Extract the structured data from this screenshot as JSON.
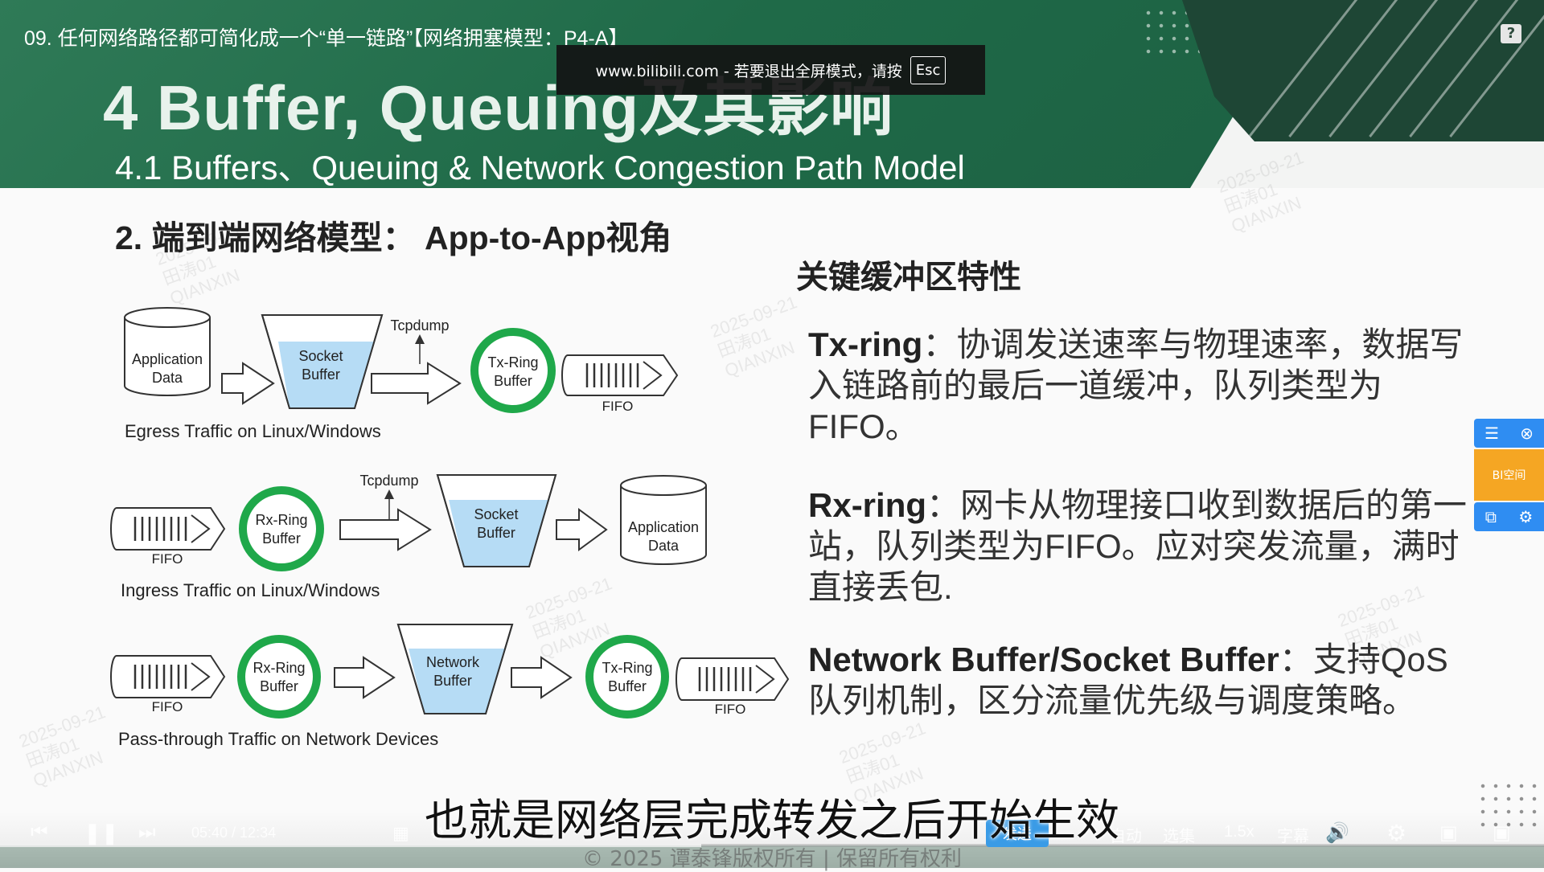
{
  "video": {
    "title": "09. 任何网络路径都可简化成一个“单一链路”【网络拥塞模型：P4-A】",
    "fullscreen_notice": "www.bilibili.com - 若要退出全屏模式，请按",
    "esc_key": "Esc"
  },
  "slide": {
    "heading": "4 Buffer, Queuing及其影响",
    "subheading": "4.1 Buffers、Queuing & Network Congestion Path Model",
    "section_title": "2. 端到端网络模型： App-to-App视角",
    "key_title": "关键缓冲区特性",
    "points": [
      {
        "term": "Tx-ring",
        "text": "：协调发送速率与物理速率，数据写入链路前的最后一道缓冲，队列类型为FIFO。"
      },
      {
        "term": "Rx-ring",
        "text": "：网卡从物理接口收到数据后的第一站，队列类型为FIFO。应对突发流量，满时直接丢包."
      },
      {
        "term": "Network Buffer/Socket Buffer",
        "text": "：支持QoS 队列机制，区分流量优先级与调度策略。"
      }
    ],
    "diagrams": {
      "egress": {
        "caption": "Egress Traffic on Linux/Windows",
        "app_data": [
          "Application",
          "Data"
        ],
        "socket_buffer": [
          "Socket",
          "Buffer"
        ],
        "tcpdump": "Tcpdump",
        "tx_ring": [
          "Tx-Ring",
          "Buffer"
        ],
        "fifo": "FIFO"
      },
      "ingress": {
        "caption": "Ingress Traffic on Linux/Windows",
        "fifo": "FIFO",
        "rx_ring": [
          "Rx-Ring",
          "Buffer"
        ],
        "tcpdump": "Tcpdump",
        "socket_buffer": [
          "Socket",
          "Buffer"
        ],
        "app_data": [
          "Application",
          "Data"
        ]
      },
      "passthrough": {
        "caption": "Pass-through Traffic on Network Devices",
        "fifo_in": "FIFO",
        "rx_ring": [
          "Rx-Ring",
          "Buffer"
        ],
        "network_buffer": [
          "Network",
          "Buffer"
        ],
        "tx_ring": [
          "Tx-Ring",
          "Buffer"
        ],
        "fifo_out": "FIFO"
      }
    },
    "watermark": [
      "2025-09-21",
      "田涛01",
      "QIANXIN"
    ]
  },
  "side_panel": {
    "middle_label": "BI空间"
  },
  "subtitle": "也就是网络层完成转发之后开始生效",
  "player": {
    "time": "05:40 / 12:34",
    "send_label": "发送",
    "auto_label": "自动",
    "episodes_label": "选集",
    "speed": "1.5x",
    "subtitle_label": "字幕",
    "progress": 0.454
  },
  "copyright": "© 2025 谭泰锋版权所有 | 保留所有权利",
  "colors": {
    "header_green": "#2f7a57",
    "ring_green": "#1fa84a",
    "buffer_fill": "#b6dcf5",
    "accent_blue": "#2f8df2",
    "accent_orange": "#f5a623"
  }
}
